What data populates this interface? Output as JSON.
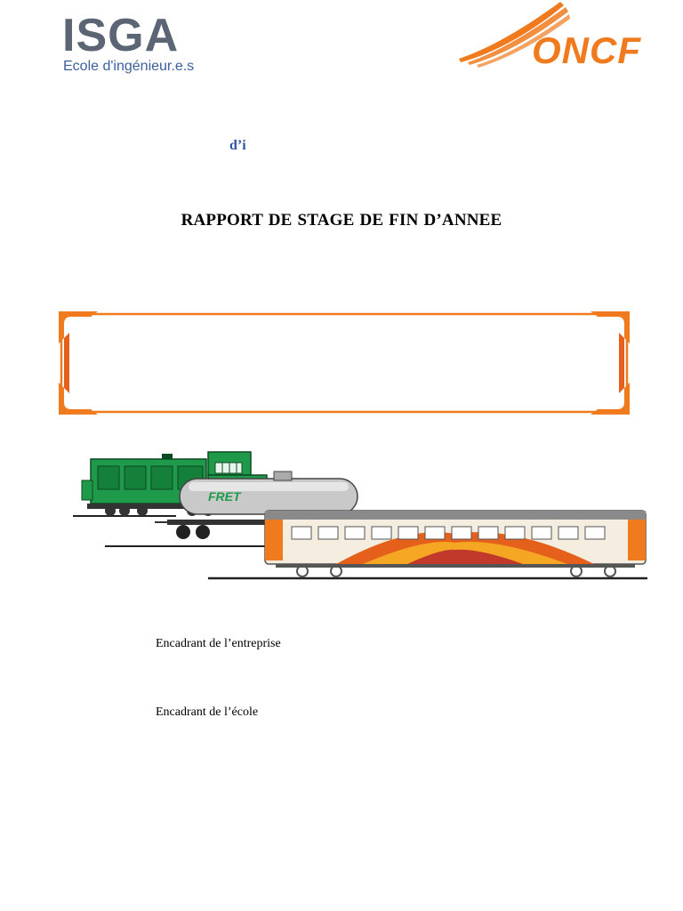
{
  "header": {
    "school_logo": {
      "name": "ISGA",
      "subtitle": "Ecole d'ingénieur.e.s"
    },
    "company_logo": {
      "name": "ONCF"
    }
  },
  "fragment_text": "d’i",
  "title": "RAPPORT DE STAGE DE FIN  D’ANNEE",
  "train_icon": "train-illustration",
  "train_fret_label": "FRET",
  "supervisors": {
    "company": "Encadrant de l’entreprise",
    "school": "Encadrant de l’école"
  },
  "colors": {
    "accent_orange": "#f07a1e",
    "isga_gray": "#5b6573",
    "isga_blue": "#3b5fa0",
    "locomotive_green": "#1f9a4a"
  }
}
